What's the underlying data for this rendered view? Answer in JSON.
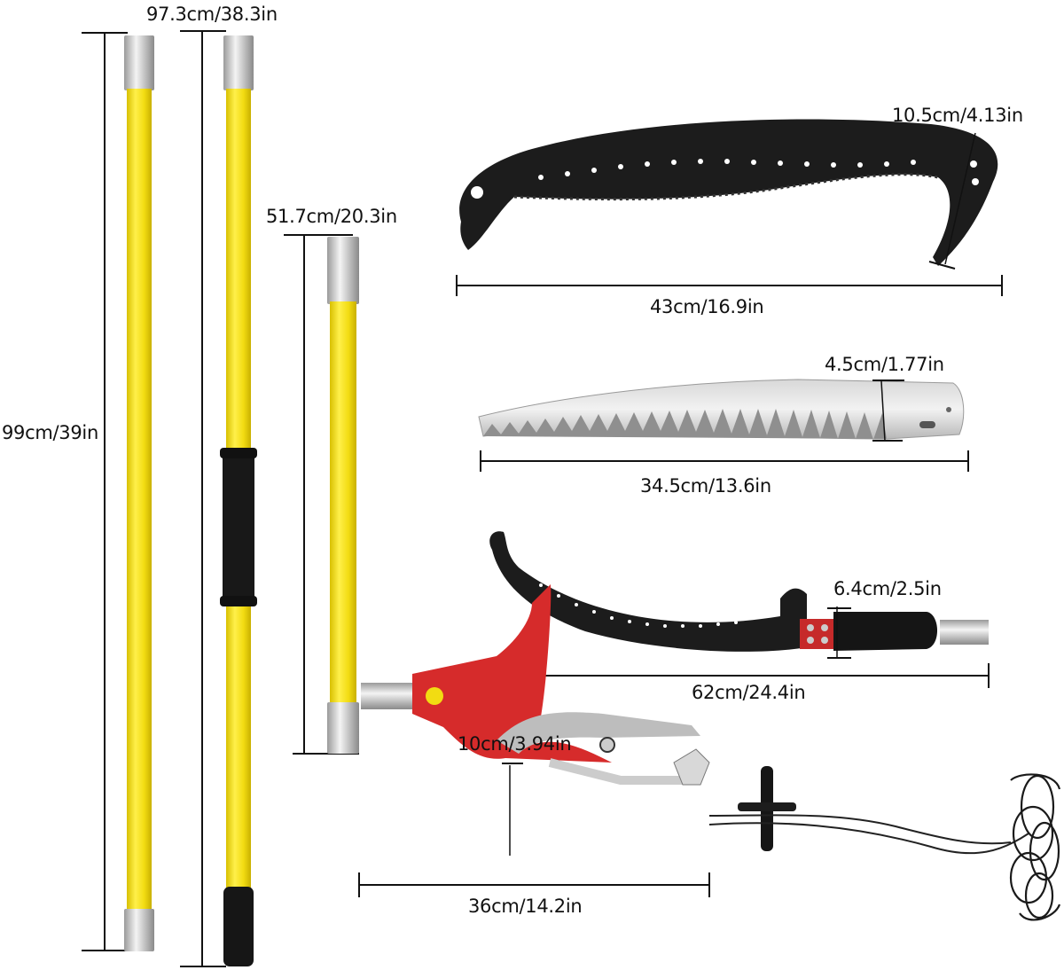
{
  "dimensions": {
    "pole_long": "99cm/39in",
    "pole_grip": "97.3cm/38.3in",
    "pole_short": "51.7cm/20.3in",
    "black_saw_width": "10.5cm/4.13in",
    "black_saw_length": "43cm/16.9in",
    "silver_saw_width": "4.5cm/1.77in",
    "silver_saw_length": "34.5cm/13.6in",
    "handle_saw_width": "6.4cm/2.5in",
    "handle_saw_length": "62cm/24.4in",
    "pruner_height": "10cm/3.94in",
    "pruner_length": "36cm/14.2in"
  },
  "colors": {
    "pole_yellow": "#f2dc12",
    "blade_black": "#1c1c1c",
    "steel": "#c8c8c8",
    "pruner_red": "#d62b2b",
    "grip_black": "#151515"
  }
}
